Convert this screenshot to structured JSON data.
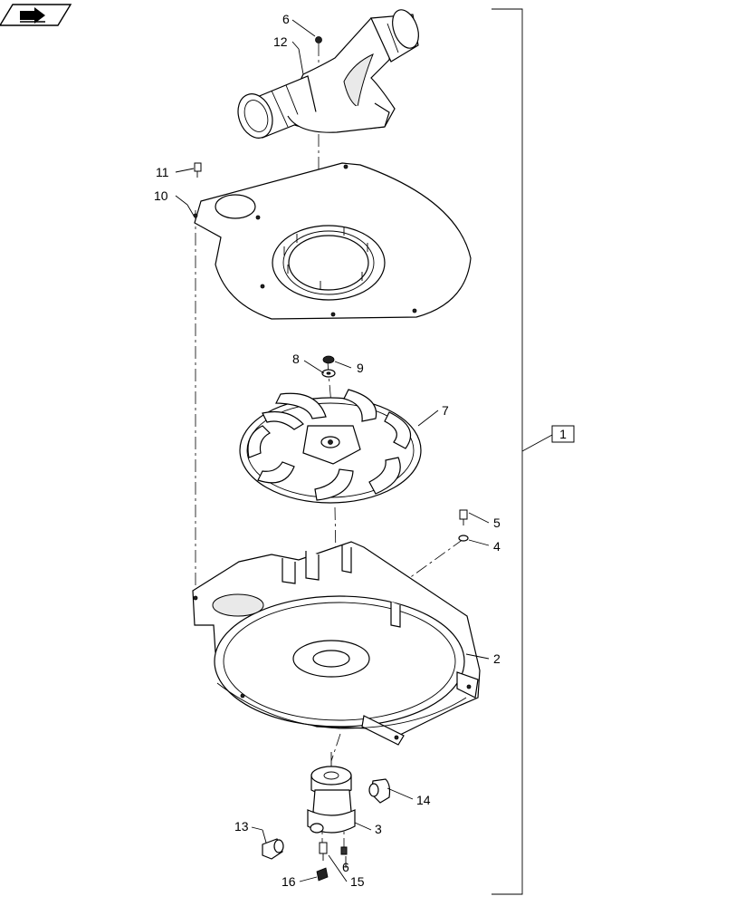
{
  "nav_icon": "next-page-arrow-icon",
  "labels": {
    "p1": "1",
    "p2": "2",
    "p3": "3",
    "p4": "4",
    "p5": "5",
    "p6_top": "6",
    "p6_bottom": "6",
    "p7": "7",
    "p8": "8",
    "p9": "9",
    "p10": "10",
    "p11": "11",
    "p12": "12",
    "p13": "13",
    "p14": "14",
    "p15": "15",
    "p16": "16"
  }
}
